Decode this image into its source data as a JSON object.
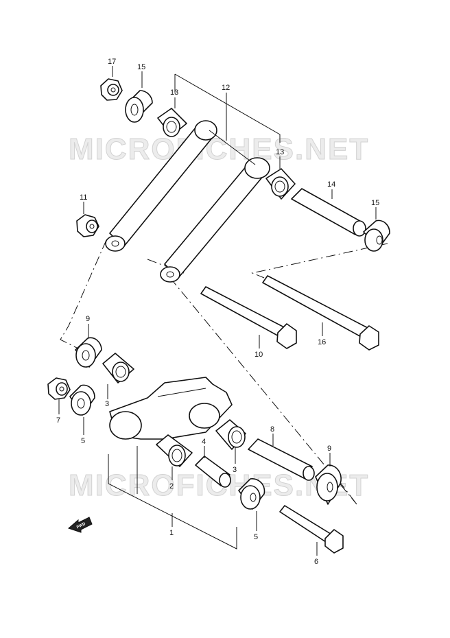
{
  "watermarks": [
    "MICROFICHES.NET",
    "MICROFICHES.NET"
  ],
  "fwd_label": "FWD",
  "callouts": [
    {
      "id": "p17",
      "text": "17"
    },
    {
      "id": "p15a",
      "text": "15"
    },
    {
      "id": "p13a",
      "text": "13"
    },
    {
      "id": "p12",
      "text": "12"
    },
    {
      "id": "p13b",
      "text": "13"
    },
    {
      "id": "p14",
      "text": "14"
    },
    {
      "id": "p15b",
      "text": "15"
    },
    {
      "id": "p11",
      "text": "11"
    },
    {
      "id": "p9a",
      "text": "9"
    },
    {
      "id": "p3a",
      "text": "3"
    },
    {
      "id": "p7",
      "text": "7"
    },
    {
      "id": "p5a",
      "text": "5"
    },
    {
      "id": "p10",
      "text": "10"
    },
    {
      "id": "p16",
      "text": "16"
    },
    {
      "id": "p8",
      "text": "8"
    },
    {
      "id": "p9b",
      "text": "9"
    },
    {
      "id": "p4",
      "text": "4"
    },
    {
      "id": "p3b",
      "text": "3"
    },
    {
      "id": "p2",
      "text": "2"
    },
    {
      "id": "p1",
      "text": "1"
    },
    {
      "id": "p5b",
      "text": "5"
    },
    {
      "id": "p6",
      "text": "6"
    }
  ]
}
